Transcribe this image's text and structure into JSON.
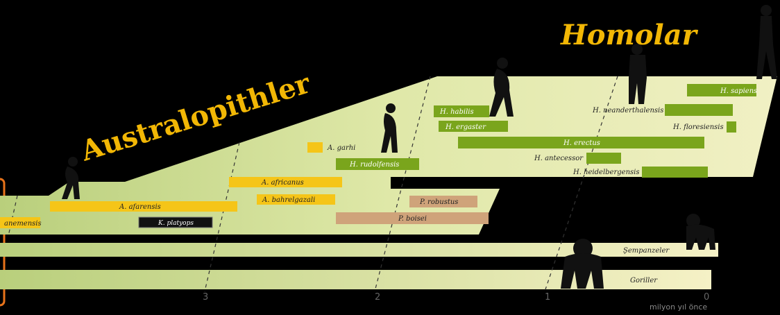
{
  "titles": {
    "australopithecines": "Australopithler",
    "homo": "Homolar"
  },
  "axis": {
    "ticks": [
      "3",
      "2",
      "1",
      "0"
    ],
    "unit": "milyon yıl önce"
  },
  "species": {
    "anamensis": "anemensis",
    "afarensis": "A. afarensis",
    "platyops": "K. platyops",
    "africanus": "A. africanus",
    "bahrelghazali": "A. bahrelgazali",
    "garhi": "A. garhi",
    "rudolfensis": "H. rudolfensis",
    "robustus": "P. robustus",
    "boisei": "P. boisei",
    "habilis": "H. habilis",
    "ergaster": "H. ergaster",
    "erectus": "H. erectus",
    "antecessor": "H. antecessor",
    "heidelbergensis": "H. heidelbergensis",
    "neanderthalensis": "H. neanderthalensis",
    "floresiensis": "H. floresiensis",
    "sapiens": "H. sapiens"
  },
  "lineages": {
    "chimpanzees": "Şempanzeler",
    "gorillas": "Goriller"
  },
  "colors": {
    "australopithecus": "#f5c518",
    "paranthropus": "#cfa37a",
    "homo": "#7aa51c",
    "kenyanthropus": "#111111",
    "band": "#e4ecb0",
    "title": "#f2b705"
  }
}
